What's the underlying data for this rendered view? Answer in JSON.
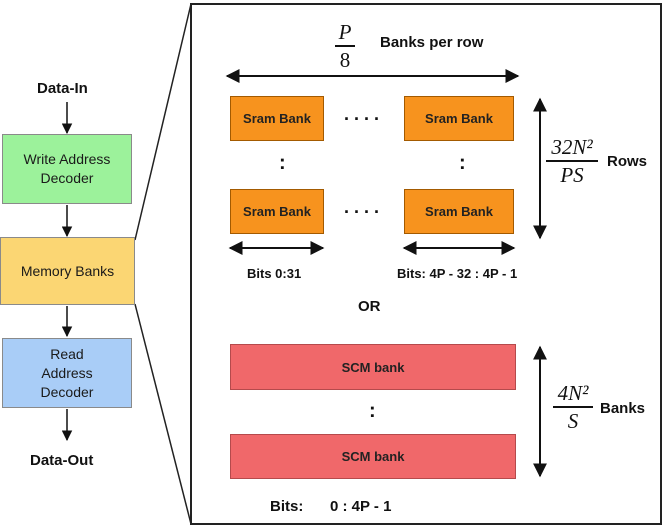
{
  "flow": {
    "data_in": "Data-In",
    "write_decoder": [
      "Write Address",
      "Decoder"
    ],
    "memory_banks": "Memory Banks",
    "read_decoder": [
      "Read",
      "Address",
      "Decoder"
    ],
    "data_out": "Data-Out"
  },
  "panel": {
    "banks_per_row_num": "P",
    "banks_per_row_den": "8",
    "banks_per_row_label": "Banks per row",
    "sram_bank_label": "Sram Bank",
    "dots_h": "....",
    "dots_v": ":",
    "rows_num": "32N²",
    "rows_den": "PS",
    "rows_label": "Rows",
    "bits_left": "Bits 0:31",
    "bits_right": "Bits: 4P - 32 : 4P - 1",
    "or_label": "OR",
    "scm_bank_label": "SCM bank",
    "banks_num": "4N²",
    "banks_den": "S",
    "banks_label": "Banks",
    "scm_bits_prefix": "Bits:",
    "scm_bits_range": "0 : 4P - 1"
  },
  "colors": {
    "write_decoder": "#9cf29b",
    "memory_banks": "#fbd673",
    "read_decoder": "#a9cdf7",
    "sram": "#f7931e",
    "scm": "#f0686a"
  }
}
